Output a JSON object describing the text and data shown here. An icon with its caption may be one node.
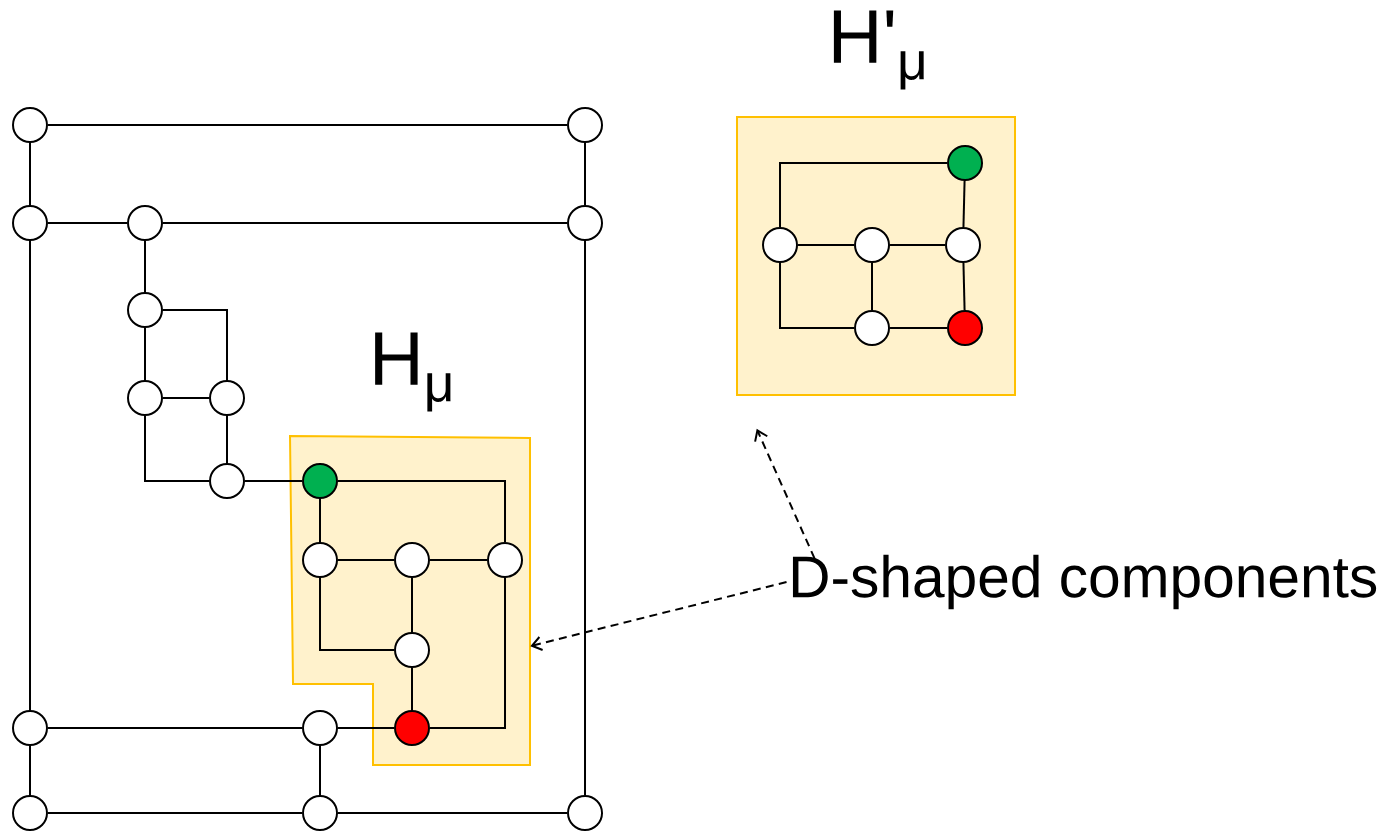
{
  "diagram": {
    "nodes": [
      {
        "text": [],
        "shape": "circle"
      },
      {
        "text": [],
        "shape": "circle"
      },
      {
        "text": [],
        "shape": "circle"
      },
      {
        "text": [],
        "shape": "circle"
      },
      {
        "text": [],
        "shape": "circle"
      },
      {
        "text": [],
        "shape": "circle"
      },
      {
        "text": [],
        "shape": "circle"
      },
      {
        "text": [],
        "shape": "circle"
      },
      {
        "text": [],
        "shape": "circle"
      },
      {
        "text": [
          "H$_{μ}$"
        ]
      },
      {
        "text": [],
        "shape": "circle",
        "in": 9
      },
      {
        "text": [],
        "shape": "circle",
        "in": 9
      },
      {
        "text": [],
        "shape": "circle",
        "in": 9
      },
      {
        "text": [],
        "shape": "circle",
        "in": 9
      },
      {
        "text": [],
        "shape": "circle",
        "in": 9
      },
      {
        "text": [],
        "shape": "circle",
        "in": 9
      },
      {
        "text": [],
        "shape": "circle"
      },
      {
        "text": [],
        "shape": "circle"
      },
      {
        "text": [],
        "shape": "circle"
      },
      {
        "text": [],
        "shape": "circle"
      },
      {
        "text": [],
        "shape": "circle"
      },
      {
        "text": [
          "H'$_{μ}$"
        ]
      },
      {
        "text": [],
        "shape": "circle",
        "in": 21
      },
      {
        "text": [],
        "shape": "circle",
        "in": 21
      },
      {
        "text": [],
        "shape": "circle",
        "in": 21
      },
      {
        "text": [],
        "shape": "circle",
        "in": 21
      },
      {
        "text": [],
        "shape": "circle",
        "in": 21
      },
      {
        "text": [],
        "shape": "circle",
        "in": 21
      },
      {
        "text": [
          "D-shaped components"
        ]
      }
    ],
    "edges": [
      {
        "from": 0,
        "to": 1,
        "arrow": "none"
      },
      {
        "from": 0,
        "to": 2,
        "arrow": "none"
      },
      {
        "from": 1,
        "to": 4,
        "arrow": "none"
      },
      {
        "from": 2,
        "to": 3,
        "arrow": "none"
      },
      {
        "from": 3,
        "to": 4,
        "arrow": "none"
      },
      {
        "from": 2,
        "to": 16,
        "arrow": "none"
      },
      {
        "from": 4,
        "to": 20,
        "arrow": "none"
      },
      {
        "from": 3,
        "to": 5,
        "arrow": "none"
      },
      {
        "from": 5,
        "to": 6,
        "arrow": "none"
      },
      {
        "from": 5,
        "to": 7,
        "arrow": "none"
      },
      {
        "from": 6,
        "to": 7,
        "arrow": "none"
      },
      {
        "from": 6,
        "to": 8,
        "arrow": "none"
      },
      {
        "from": 7,
        "to": 8,
        "arrow": "none"
      },
      {
        "from": 8,
        "to": 10,
        "arrow": "none"
      },
      {
        "from": 10,
        "to": 11,
        "arrow": "none"
      },
      {
        "from": 10,
        "to": 13,
        "arrow": "none"
      },
      {
        "from": 11,
        "to": 12,
        "arrow": "none"
      },
      {
        "from": 12,
        "to": 13,
        "arrow": "none"
      },
      {
        "from": 11,
        "to": 14,
        "arrow": "none"
      },
      {
        "from": 12,
        "to": 14,
        "arrow": "none"
      },
      {
        "from": 14,
        "to": 15,
        "arrow": "none"
      },
      {
        "from": 15,
        "to": 13,
        "arrow": "none"
      },
      {
        "from": 16,
        "to": 17,
        "arrow": "none"
      },
      {
        "from": 17,
        "to": 15,
        "arrow": "none"
      },
      {
        "from": 16,
        "to": 18,
        "arrow": "none"
      },
      {
        "from": 17,
        "to": 19,
        "arrow": "none"
      },
      {
        "from": 18,
        "to": 19,
        "arrow": "none"
      },
      {
        "from": 19,
        "to": 20,
        "arrow": "none"
      },
      {
        "from": 22,
        "to": 25,
        "arrow": "none"
      },
      {
        "from": 23,
        "to": 22,
        "arrow": "none"
      },
      {
        "from": 23,
        "to": 24,
        "arrow": "none"
      },
      {
        "from": 24,
        "to": 25,
        "arrow": "none"
      },
      {
        "from": 23,
        "to": 26,
        "arrow": "none"
      },
      {
        "from": 24,
        "to": 26,
        "arrow": "none"
      },
      {
        "from": 25,
        "to": 27,
        "arrow": "none"
      },
      {
        "from": 26,
        "to": 27,
        "arrow": "none"
      },
      {
        "from": 28,
        "to": 9,
        "arrow": "to",
        "style": "dashed"
      },
      {
        "from": 28,
        "to": 21,
        "arrow": "to",
        "style": "dashed"
      }
    ]
  }
}
